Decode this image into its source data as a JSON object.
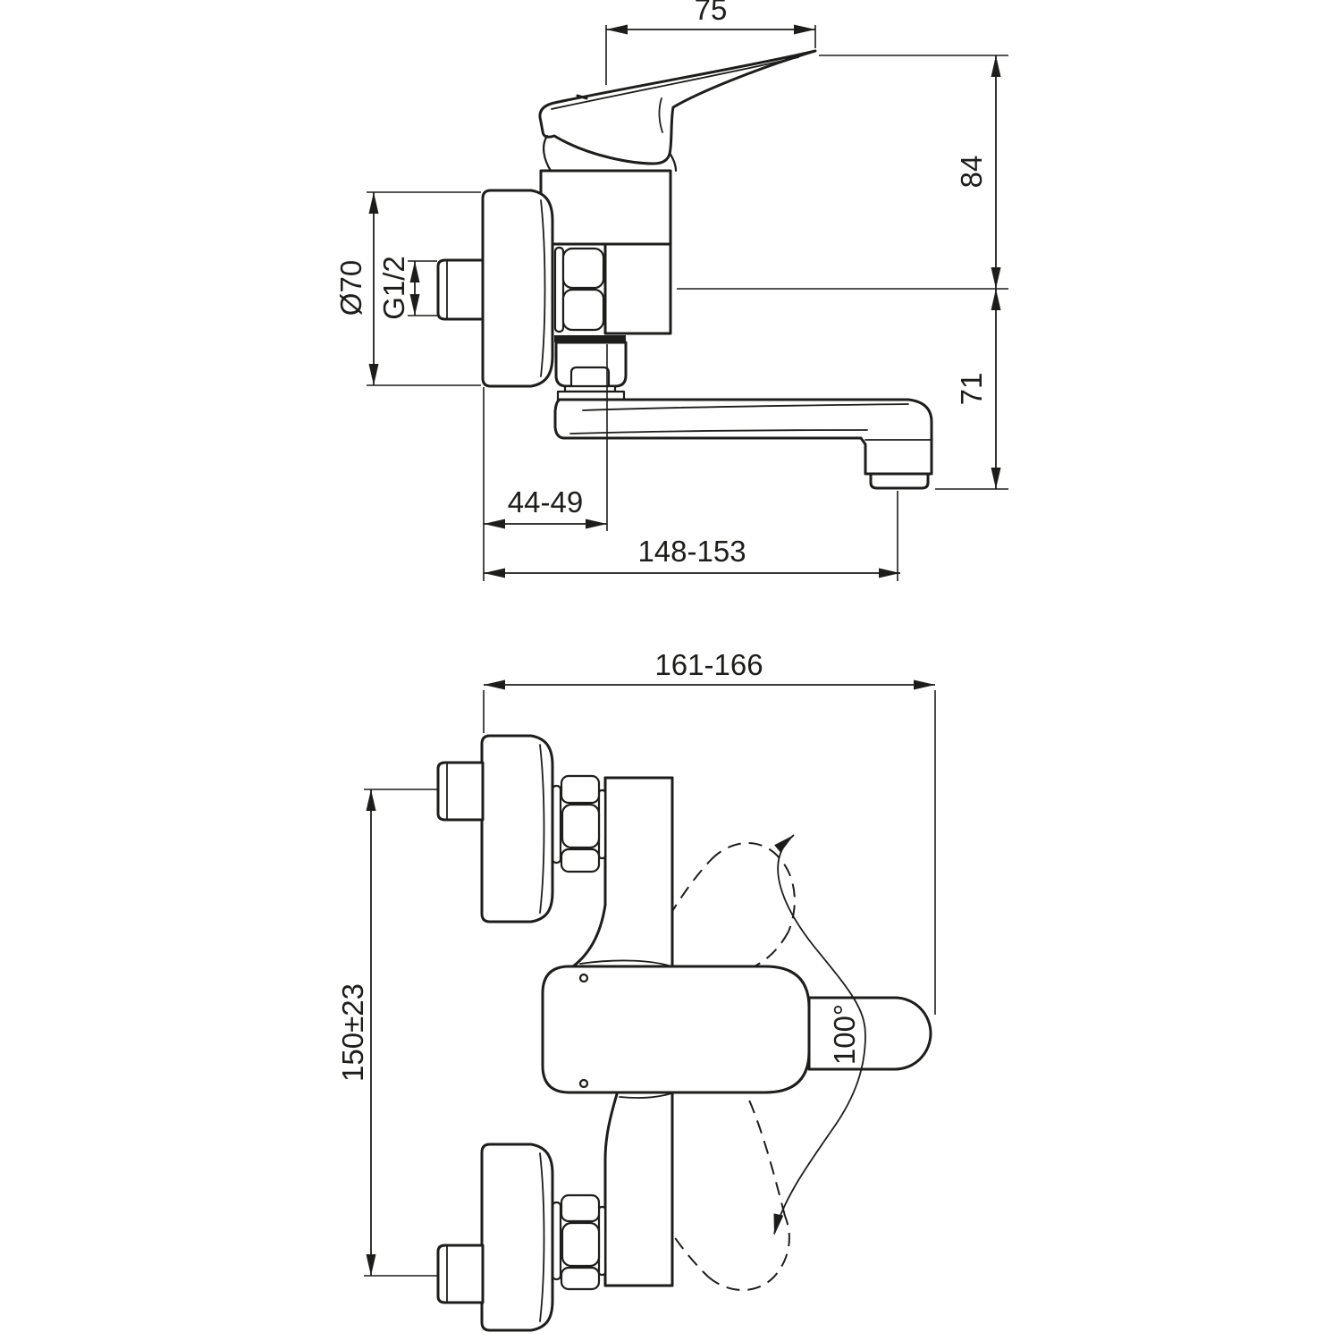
{
  "drawing": {
    "title": "wall-mounted-single-lever-mixer-technical-drawing",
    "background_color": "#ffffff",
    "line_color": "#1d1d1b",
    "side_view": {
      "labels": {
        "handle_length": "75",
        "upper_height": "84",
        "lower_height": "71",
        "flange_diameter": "Ø70",
        "thread_size": "G1/2",
        "wall_offset": "44-49",
        "spout_reach": "148-153"
      }
    },
    "top_view": {
      "labels": {
        "total_width": "161-166",
        "inlet_spacing": "150±23",
        "swivel_angle": "100°"
      }
    }
  }
}
